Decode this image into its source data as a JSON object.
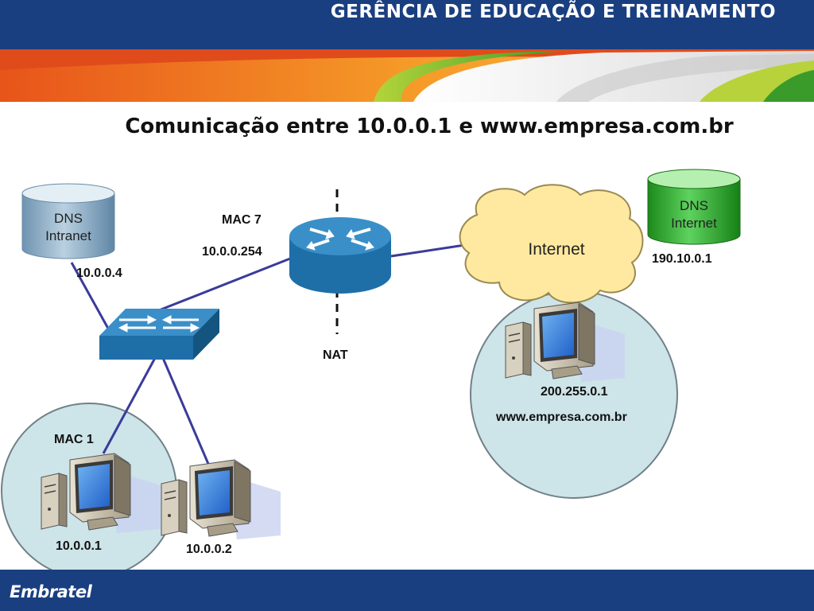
{
  "header": {
    "title": "GERÊNCIA DE EDUCAÇÃO E TREINAMENTO"
  },
  "slide": {
    "title": "Comunicação entre 10.0.0.1 e www.empresa.com.br"
  },
  "nodes": {
    "dns_intranet": {
      "line1": "DNS",
      "line2": "Intranet",
      "ip": "10.0.0.4"
    },
    "router": {
      "mac": "MAC 7",
      "ip": "10.0.0.254",
      "nat_label": "NAT"
    },
    "internet_cloud": {
      "label": "Internet"
    },
    "dns_internet": {
      "line1": "DNS",
      "line2": "Internet",
      "ip": "190.10.0.1"
    },
    "web_server": {
      "ip": "200.255.0.1",
      "host": "www.empresa.com.br"
    },
    "host1": {
      "mac": "MAC 1",
      "ip": "10.0.0.1"
    },
    "host2": {
      "ip": "10.0.0.2"
    }
  },
  "colors": {
    "header_blue": "#1a3f80",
    "link_line": "#3b3b9a",
    "device_blue": "#2f7fb8",
    "dns_intranet_fill": "#8fb0c8",
    "dns_internet_fill": "#2ca82c",
    "cloud_fill": "#ffe9a0",
    "zone_fill": "#cde4e8"
  },
  "footer": {
    "logo_text": "Embratel"
  }
}
